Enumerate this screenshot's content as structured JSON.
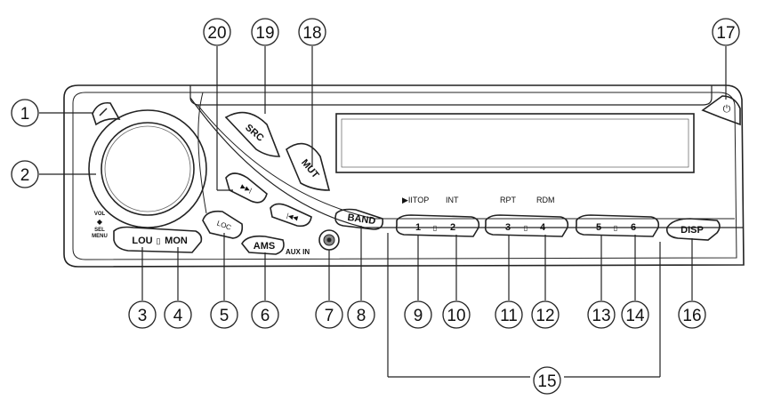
{
  "callouts": [
    "1",
    "2",
    "3",
    "4",
    "5",
    "6",
    "7",
    "8",
    "9",
    "10",
    "11",
    "12",
    "13",
    "14",
    "15",
    "16",
    "17",
    "18",
    "19",
    "20"
  ],
  "buttons": {
    "src": "SRC",
    "mut": "MUT",
    "next": "▶▶|",
    "prev": "|◀◀",
    "loc": "LOC",
    "ams": "AMS",
    "band": "BAND",
    "disp": "DISP",
    "lou": "LOU",
    "mon": "MON",
    "p1": "1",
    "p2": "2",
    "p3": "3",
    "p4": "4",
    "p5": "5",
    "p6": "6"
  },
  "labels": {
    "play_top": "▶IITOP",
    "int": "INT",
    "rpt": "RPT",
    "rdm": "RDM",
    "aux_in": "AUX IN",
    "vol": "VOL",
    "sel": "SEL",
    "menu": "MENU",
    "power": "⏻"
  }
}
